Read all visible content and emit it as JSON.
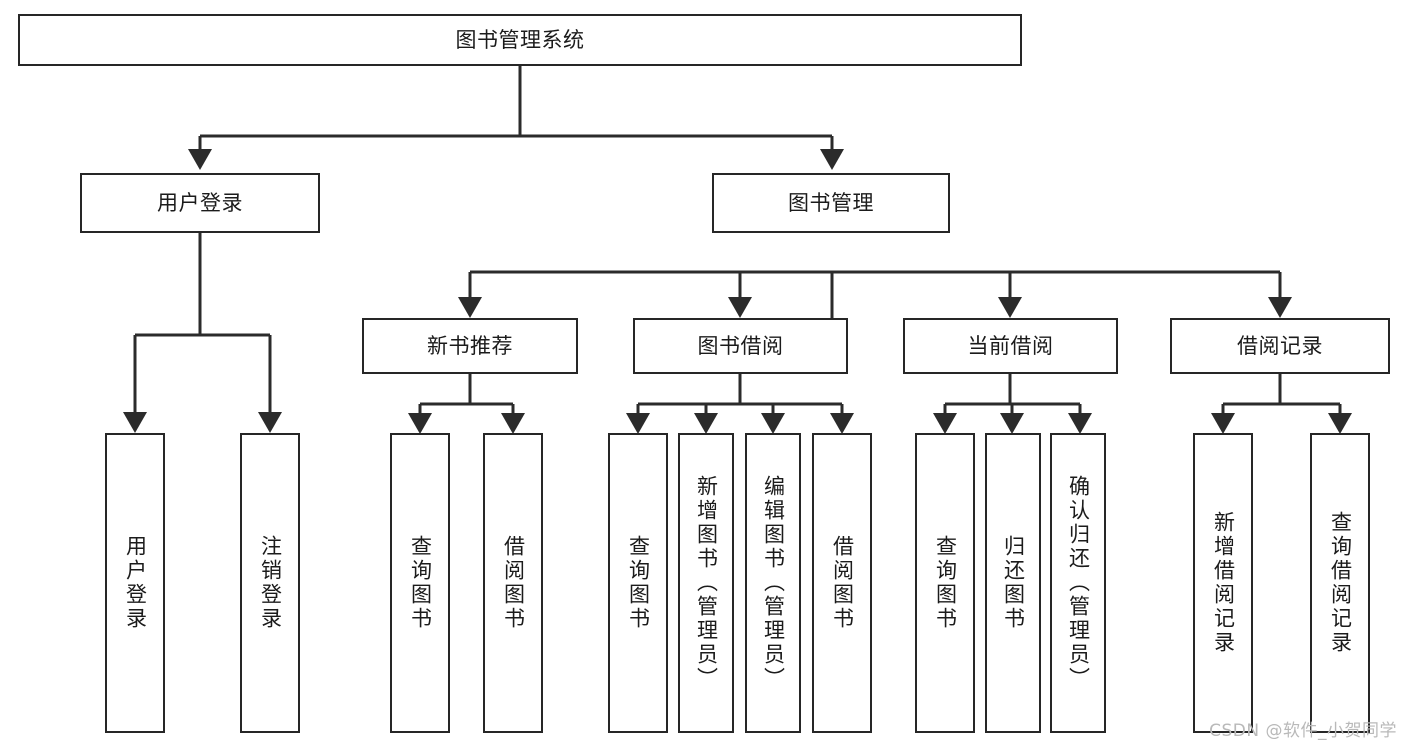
{
  "diagram": {
    "title": "图书管理系统",
    "type": "tree",
    "background_color": "#ffffff",
    "box_border_color": "#262626",
    "connector_color": "#2b2b2b",
    "text_color": "#1b1b1b",
    "root": {
      "label": "图书管理系统",
      "orientation": "horizontal"
    },
    "level1": [
      {
        "label": "用户登录",
        "orientation": "horizontal",
        "children": [
          {
            "label": "用户登录",
            "orientation": "vertical"
          },
          {
            "label": "注销登录",
            "orientation": "vertical"
          }
        ]
      },
      {
        "label": "图书管理",
        "orientation": "horizontal",
        "children": []
      }
    ],
    "level2": [
      {
        "label": "新书推荐",
        "orientation": "horizontal",
        "children": [
          {
            "label": "查询图书",
            "orientation": "vertical"
          },
          {
            "label": "借阅图书",
            "orientation": "vertical"
          }
        ]
      },
      {
        "label": "图书借阅",
        "orientation": "horizontal",
        "children": [
          {
            "label": "查询图书",
            "orientation": "vertical"
          },
          {
            "label": "新增图书（管理员）",
            "orientation": "vertical"
          },
          {
            "label": "编辑图书（管理员）",
            "orientation": "vertical"
          },
          {
            "label": "借阅图书",
            "orientation": "vertical"
          }
        ]
      },
      {
        "label": "当前借阅",
        "orientation": "horizontal",
        "children": [
          {
            "label": "查询图书",
            "orientation": "vertical"
          },
          {
            "label": "归还图书",
            "orientation": "vertical"
          },
          {
            "label": "确认归还（管理员）",
            "orientation": "vertical"
          }
        ]
      },
      {
        "label": "借阅记录",
        "orientation": "horizontal",
        "children": [
          {
            "label": "新增借阅记录",
            "orientation": "vertical"
          },
          {
            "label": "查询借阅记录",
            "orientation": "vertical"
          }
        ]
      }
    ]
  },
  "watermark": {
    "text": "CSDN @软件_小贺同学"
  }
}
